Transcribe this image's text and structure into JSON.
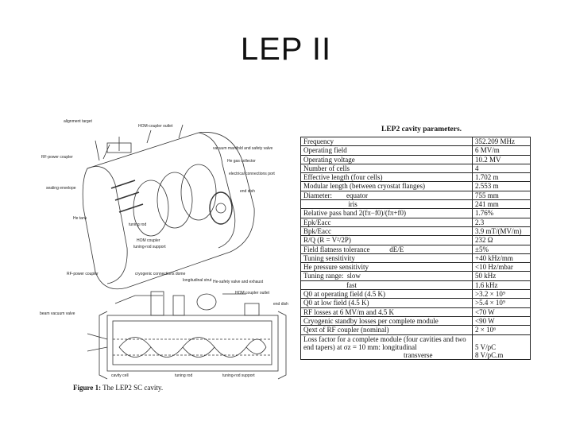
{
  "slide": {
    "title": "LEP II"
  },
  "figure": {
    "caption_label": "Figure 1:",
    "caption_text": "The LEP2 SC cavity.",
    "top_labels": [
      "alignment target",
      "HOM-coupler outlet",
      "vacuum manifold and safety valve",
      "He gas collector",
      "electrical connections port",
      "RF-power coupler",
      "end dish",
      "sealing envelope",
      "tuning rod",
      "He tank",
      "HOM coupler",
      "tuning-rod support"
    ],
    "bottom_labels": [
      "RF-power coupler",
      "cryogenic connections dome",
      "longitudinal strut",
      "He-safety valve and exhaust",
      "HOM coupler outlet",
      "end dish",
      "beam vacuum valve",
      "cavity cell",
      "tuning rod",
      "tuning-rod support"
    ]
  },
  "table": {
    "title": "LEP2 cavity parameters.",
    "rows": [
      [
        "Frequency",
        "352.209 MHz"
      ],
      [
        "Operating field",
        "6 MV/m"
      ],
      [
        "Operating voltage",
        "10.2 MV"
      ],
      [
        "Number of cells",
        "4"
      ],
      [
        "Effective length (four cells)",
        "1.702 m"
      ],
      [
        "Modular length (between cryostat flanges)",
        "2.553 m"
      ],
      [
        "Diameter:        equator",
        "755 mm"
      ],
      [
        "                         iris",
        "241 mm"
      ],
      [
        "Relative pass band 2(fπ−f0)/(fπ+f0)",
        "1.76%"
      ],
      [
        "Epk/Eacc",
        "2.3"
      ],
      [
        "Bpk/Eacc",
        "3.9 mT/(MV/m)"
      ],
      [
        "R/Q (R = V²/2P)",
        "232 Ω"
      ],
      [
        "Field flatness tolerance           dE/E",
        "±5%"
      ],
      [
        "Tuning sensitivity",
        "+40 kHz/mm"
      ],
      [
        "He pressure sensitivity",
        "<10 Hz/mbar"
      ],
      [
        "Tuning range:  slow",
        "50 kHz"
      ],
      [
        "                        fast",
        "1.6 kHz"
      ],
      [
        "Q0 at operating field (4.5 K)",
        ">3.2 × 10⁹"
      ],
      [
        "Q0 at low field (4.5 K)",
        ">5.4 × 10⁹"
      ],
      [
        "RF losses at 6 MV/m and 4.5 K",
        "<70 W"
      ],
      [
        "Cryogenic standby losses per complete module",
        "<90 W"
      ],
      [
        "Qext of RF coupler (nominal)",
        "2 × 10⁶"
      ]
    ],
    "loss_row": {
      "line1": "Loss factor for a complete module (four cavities and two",
      "line2": "end tapers) at σz = 10 mm:          longitudinal",
      "line3": "                                                        transverse",
      "value1": "5 V/pC",
      "value2": "8 V/pC.m"
    }
  }
}
